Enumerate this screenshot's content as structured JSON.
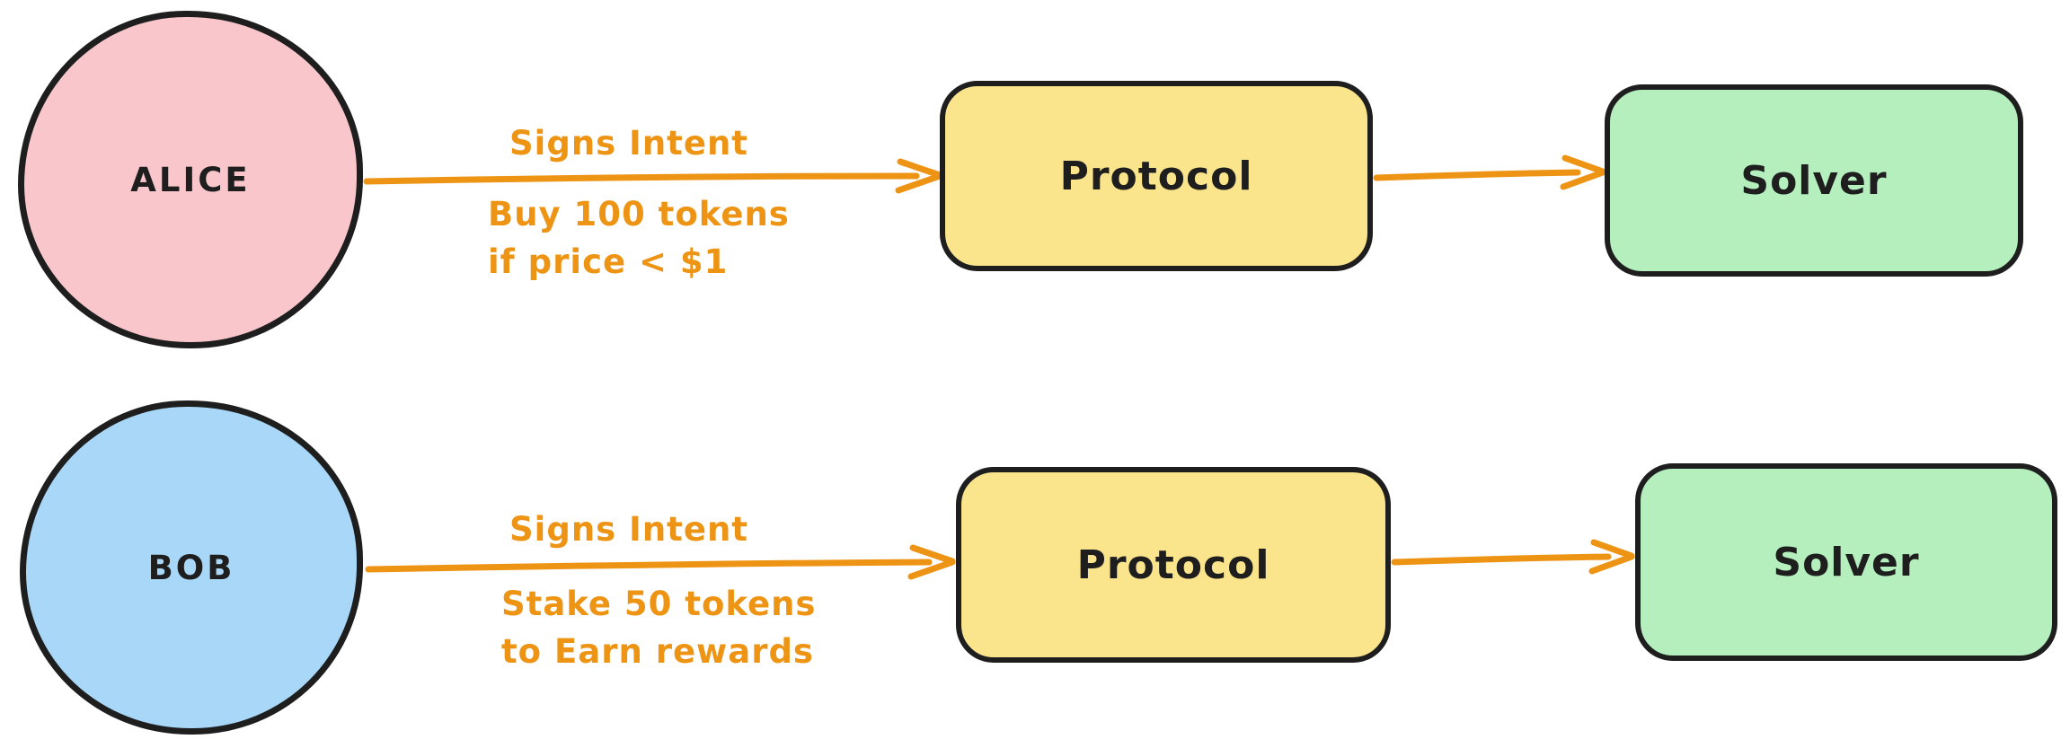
{
  "colors": {
    "background": "#ffffff",
    "stroke": "#1e1e1e",
    "arrow": "#ee9414",
    "alice_fill": "#f9c7cb",
    "bob_fill": "#a8d7f8",
    "protocol_fill": "#fae48c",
    "solver_fill": "#b5efbe"
  },
  "flows": [
    {
      "actor": {
        "label": "ALICE"
      },
      "arrow": {
        "label": "Signs Intent",
        "detail_lines": [
          "Buy 100 tokens",
          "if price < $1"
        ]
      },
      "protocol": {
        "label": "Protocol"
      },
      "solver": {
        "label": "Solver"
      }
    },
    {
      "actor": {
        "label": "BOB"
      },
      "arrow": {
        "label": "Signs Intent",
        "detail_lines": [
          "Stake 50 tokens",
          "to Earn rewards"
        ]
      },
      "protocol": {
        "label": "Protocol"
      },
      "solver": {
        "label": "Solver"
      }
    }
  ]
}
